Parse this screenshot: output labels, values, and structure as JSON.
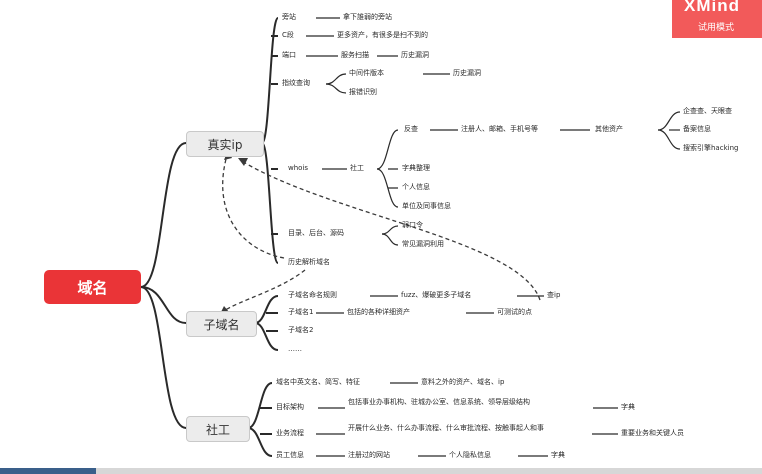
{
  "root": "域名",
  "branches": {
    "real_ip": "真实ip",
    "subdomain": "子域名",
    "social": "社工"
  },
  "real_ip_children": {
    "sibling_site": "旁站",
    "sibling_site_desc": "拿下誰弱的旁站",
    "c_segment": "C段",
    "c_segment_desc": "更多资产，有很多是扫不到的",
    "port": "端口",
    "port_scan": "服务扫描",
    "port_vuln": "历史漏洞",
    "fingerprint": "指纹查询",
    "middleware": "中间件版本",
    "middleware_vuln": "历史漏洞",
    "error_id": "报错识别",
    "whois": "whois",
    "social": "社工",
    "reverse": "反查",
    "reverse_desc": "注册人、邮箱、手机号等",
    "other_assets": "其他资产",
    "enterprise": "企查查、天眼查",
    "icp": "备案信息",
    "search_engine": "搜索引擎hacking",
    "dictionary": "字典整理",
    "personal": "个人信息",
    "colleague": "单位及同事信息",
    "dir_backend": "目录、后台、源码",
    "weak_pass": "弱口令",
    "common_vuln": "常见漏洞利用",
    "history_dns": "历史解析域名"
  },
  "subdomain_children": {
    "naming_rule": "子域名命名规则",
    "fuzz": "fuzz、爆破更多子域名",
    "check_ip": "查ip",
    "sub1": "子域名1",
    "sub1_desc": "包括的各种详细资产",
    "sub1_test": "可测试的点",
    "sub2": "子域名2",
    "more": "……"
  },
  "social_children": {
    "domain_text": "域名中英文名、简写、特征",
    "unexpected": "意料之外的资产、域名、ip",
    "org": "目标架构",
    "org_desc": "包括事业办事机构、驻城办公室、信息系统、领导层级结构",
    "dict": "字典",
    "workflow": "业务流程",
    "workflow_desc": "开展什么业务、什么办事流程、什么审批流程、按触事起人和事",
    "key_people": "重要业务和关键人员",
    "staff": "员工信息",
    "registered_sites": "注册过的网站",
    "privacy": "个人隐私信息",
    "dict2": "字典"
  },
  "watermark": {
    "title": "XMind",
    "subtitle": "试用模式"
  },
  "colors": {
    "root": "#ea3437",
    "line": "#2a2a2a",
    "watermark": "#f25a5a"
  }
}
